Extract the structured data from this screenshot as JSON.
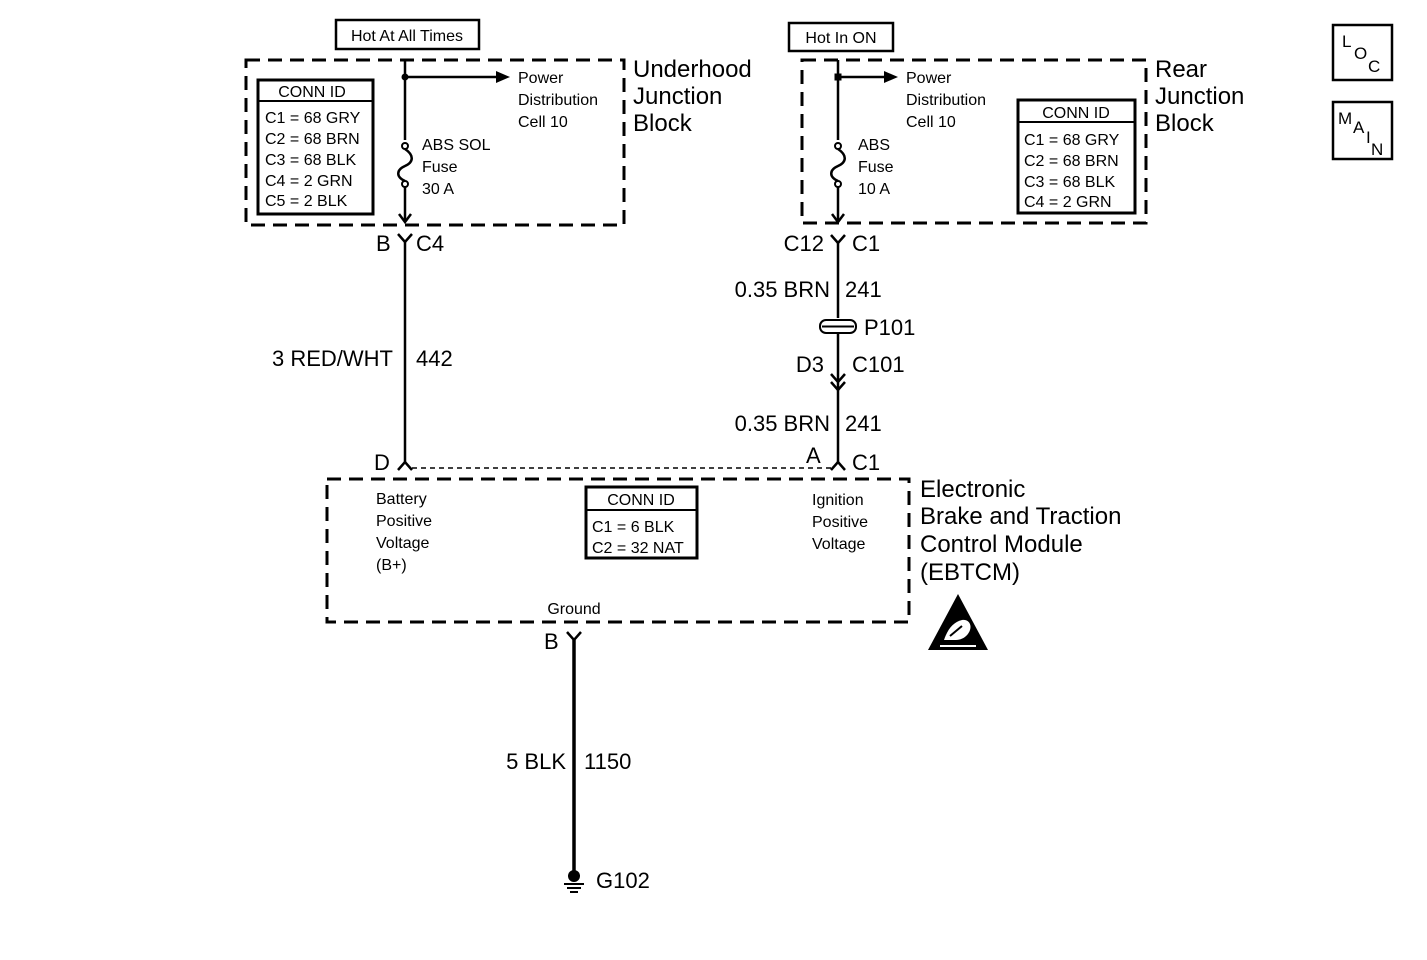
{
  "tags": {
    "hot_at_all_times": "Hot At All Times",
    "hot_in_on": "Hot In ON"
  },
  "nav": {
    "loc": [
      "L",
      "O",
      "C"
    ],
    "main": [
      "M",
      "A",
      "I",
      "N"
    ]
  },
  "underhood": {
    "title": [
      "Underhood",
      "Junction",
      "Block"
    ],
    "power_distribution": [
      "Power",
      "Distribution",
      "Cell 10"
    ],
    "fuse": [
      "ABS SOL",
      "Fuse",
      "30 A"
    ],
    "conn_title": "CONN ID",
    "conn_items": [
      "C1 = 68 GRY",
      "C2 = 68 BRN",
      "C3 = 68 BLK",
      "C4 = 2 GRN",
      "C5 = 2 BLK"
    ],
    "pin": "B",
    "connector": "C4"
  },
  "rear": {
    "title": [
      "Rear",
      "Junction",
      "Block"
    ],
    "power_distribution": [
      "Power",
      "Distribution",
      "Cell 10"
    ],
    "fuse": [
      "ABS",
      "Fuse",
      "10 A"
    ],
    "conn_title": "CONN ID",
    "conn_items": [
      "C1 = 68 GRY",
      "C2 = 68 BRN",
      "C3 = 68 BLK",
      "C4 = 2 GRN"
    ],
    "pin": "C12",
    "connector": "C1"
  },
  "wires": {
    "left": {
      "gauge_color": "3 RED/WHT",
      "circuit": "442"
    },
    "right_top": {
      "gauge_color": "0.35 BRN",
      "circuit": "241"
    },
    "right_bottom": {
      "gauge_color": "0.35 BRN",
      "circuit": "241"
    },
    "ground": {
      "gauge_color": "5 BLK",
      "circuit": "1150"
    }
  },
  "splice": "P101",
  "inline_connector": {
    "pin": "D3",
    "connector": "C101"
  },
  "ebtcm": {
    "title": [
      "Electronic",
      "Brake and Traction",
      "Control Module",
      "(EBTCM)"
    ],
    "battery": [
      "Battery",
      "Positive",
      "Voltage",
      "(B+)"
    ],
    "ignition": [
      "Ignition",
      "Positive",
      "Voltage"
    ],
    "ground_label": "Ground",
    "conn_title": "CONN ID",
    "conn_items": [
      "C1 = 6 BLK",
      "C2 = 32 NAT"
    ],
    "pin_d": "D",
    "pin_a": "A",
    "connector_c1": "C1",
    "pin_b": "B"
  },
  "ground_point": "G102"
}
